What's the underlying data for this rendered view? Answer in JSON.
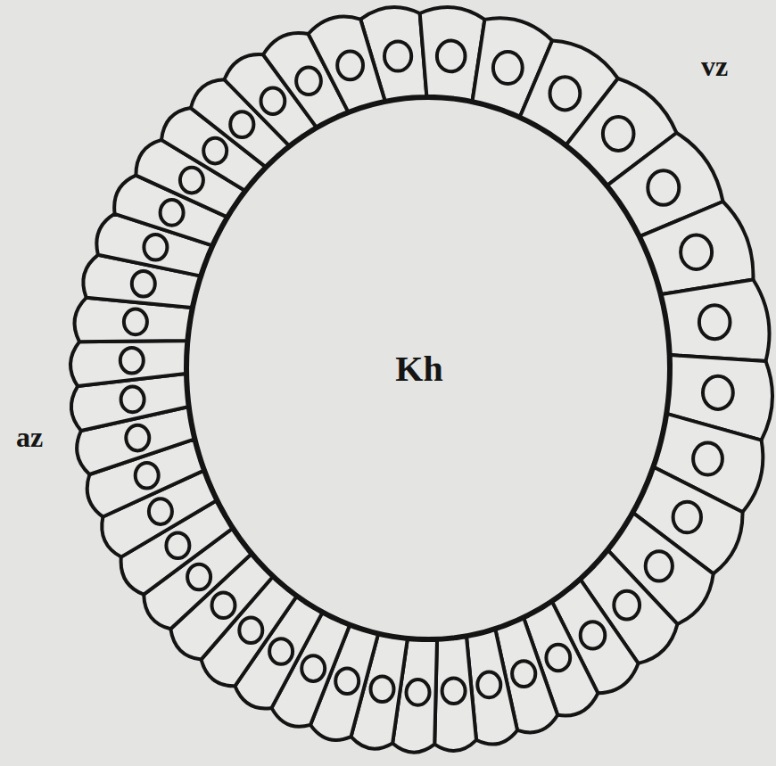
{
  "diagram": {
    "nodes": [
      {
        "text": [
          "Kh"
        ]
      }
    ],
    "labels": [
      "vz",
      "az"
    ]
  }
}
